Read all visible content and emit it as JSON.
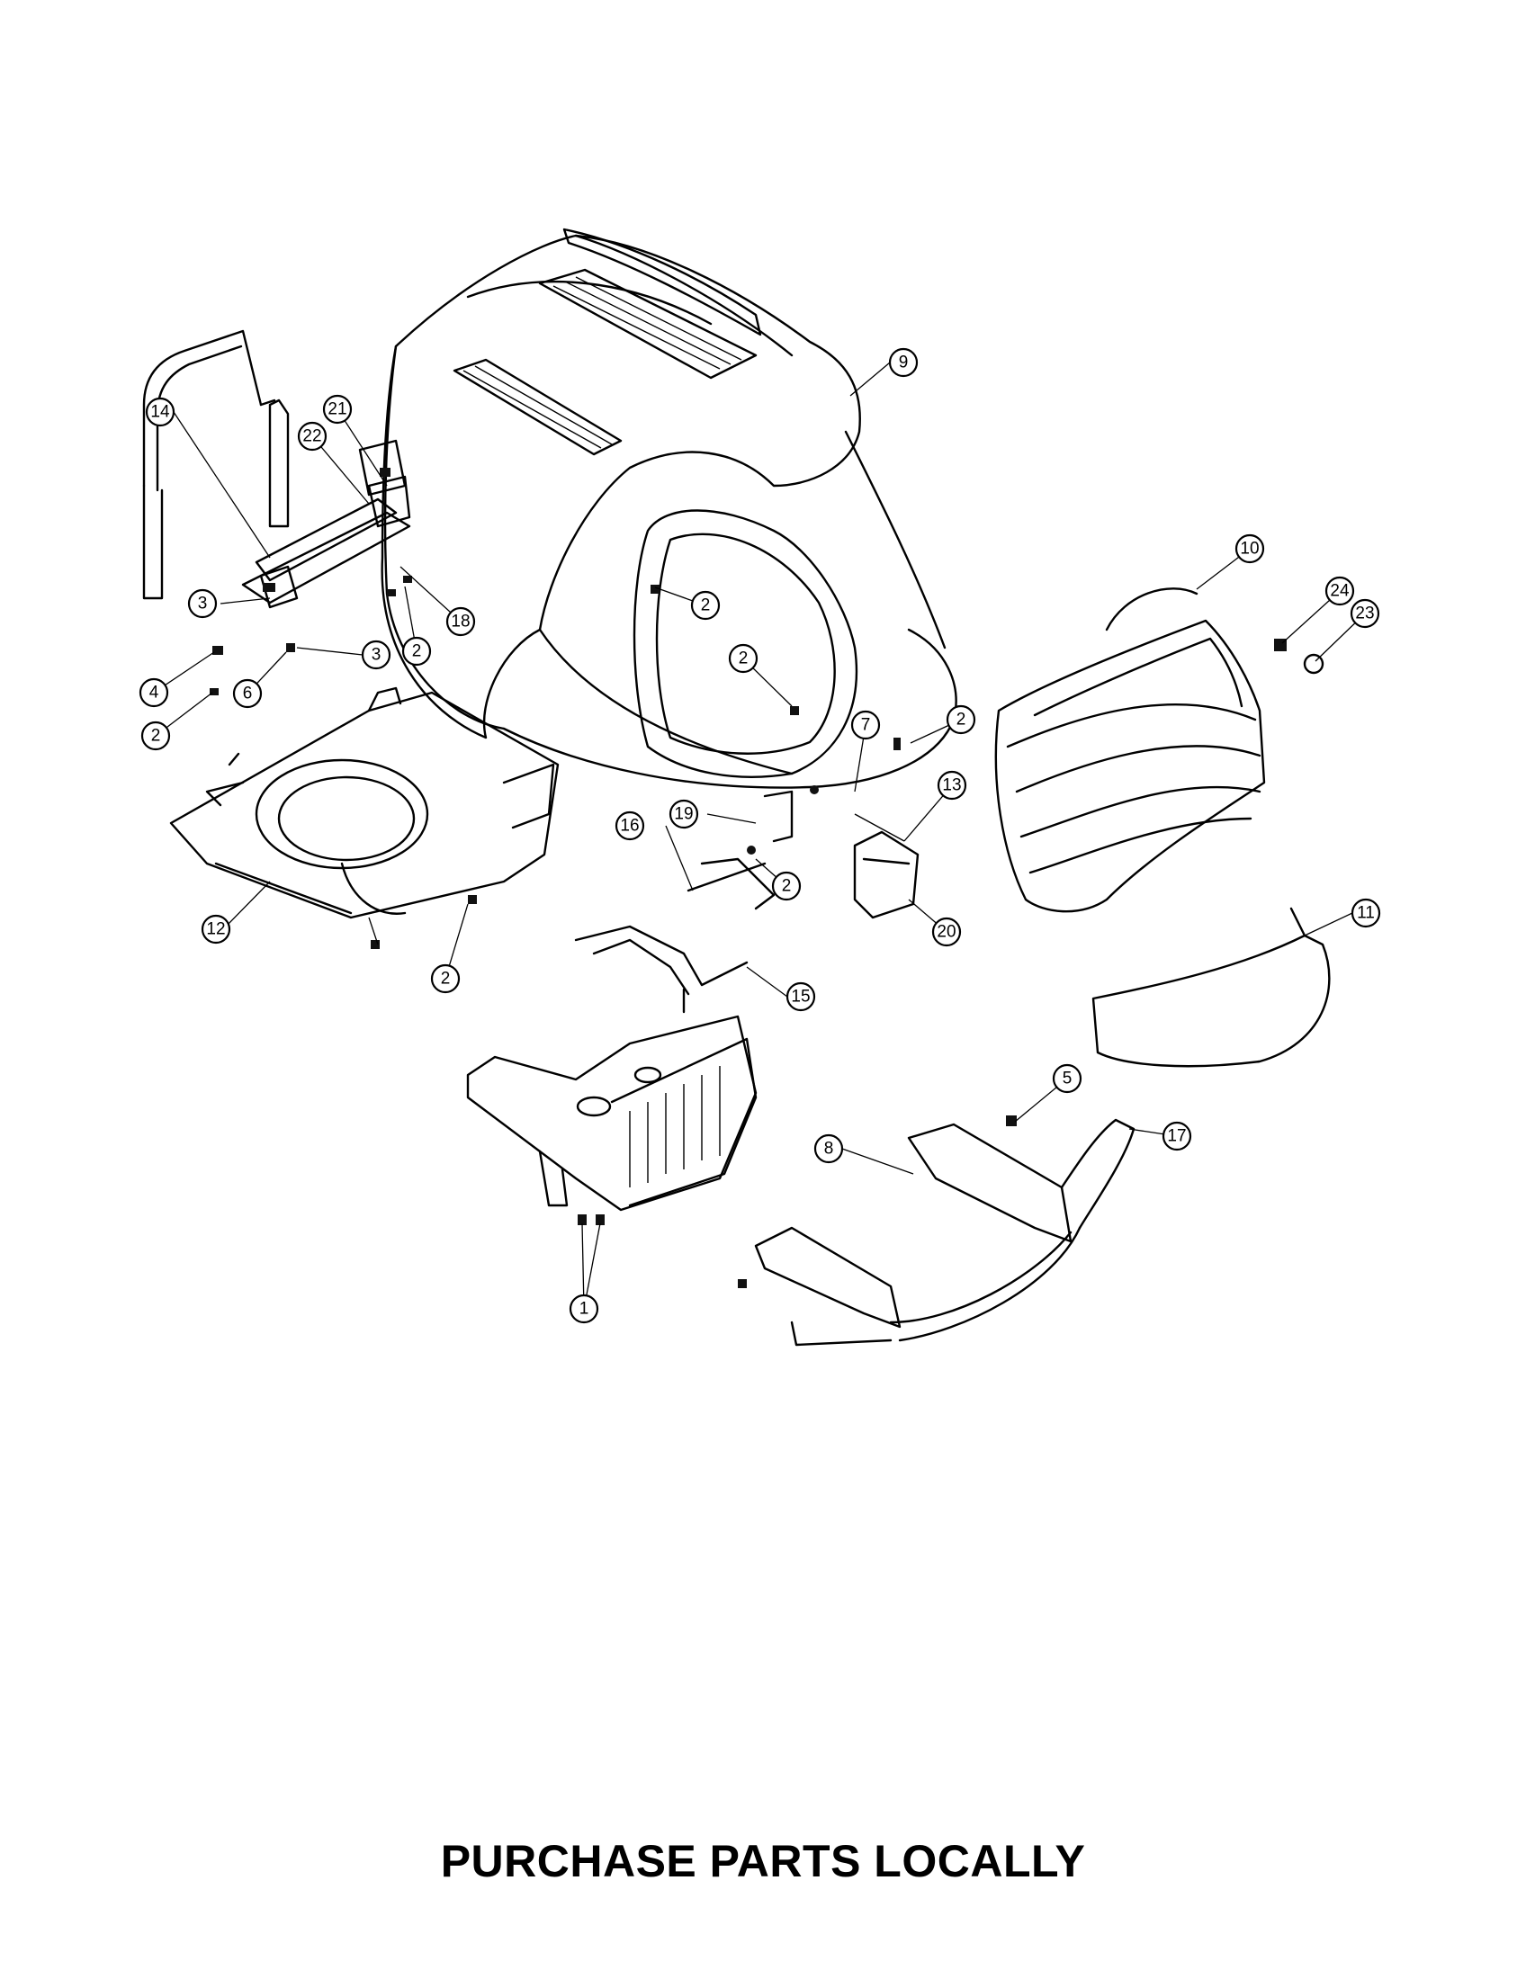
{
  "diagram": {
    "callouts": [
      {
        "id": "c1",
        "label": "1"
      },
      {
        "id": "c2a",
        "label": "2"
      },
      {
        "id": "c2b",
        "label": "2"
      },
      {
        "id": "c2c",
        "label": "2"
      },
      {
        "id": "c2d",
        "label": "2"
      },
      {
        "id": "c2e",
        "label": "2"
      },
      {
        "id": "c2f",
        "label": "2"
      },
      {
        "id": "c2g",
        "label": "2"
      },
      {
        "id": "c3a",
        "label": "3"
      },
      {
        "id": "c3b",
        "label": "3"
      },
      {
        "id": "c4",
        "label": "4"
      },
      {
        "id": "c5",
        "label": "5"
      },
      {
        "id": "c6",
        "label": "6"
      },
      {
        "id": "c7",
        "label": "7"
      },
      {
        "id": "c8",
        "label": "8"
      },
      {
        "id": "c9",
        "label": "9"
      },
      {
        "id": "c10",
        "label": "10"
      },
      {
        "id": "c11",
        "label": "11"
      },
      {
        "id": "c12",
        "label": "12"
      },
      {
        "id": "c13",
        "label": "13"
      },
      {
        "id": "c14",
        "label": "14"
      },
      {
        "id": "c15",
        "label": "15"
      },
      {
        "id": "c16",
        "label": "16"
      },
      {
        "id": "c17",
        "label": "17"
      },
      {
        "id": "c18",
        "label": "18"
      },
      {
        "id": "c19",
        "label": "19"
      },
      {
        "id": "c20",
        "label": "20"
      },
      {
        "id": "c21",
        "label": "21"
      },
      {
        "id": "c22",
        "label": "22"
      },
      {
        "id": "c23",
        "label": "23"
      },
      {
        "id": "c24",
        "label": "24"
      }
    ]
  },
  "footer": {
    "note": "PURCHASE PARTS LOCALLY"
  }
}
